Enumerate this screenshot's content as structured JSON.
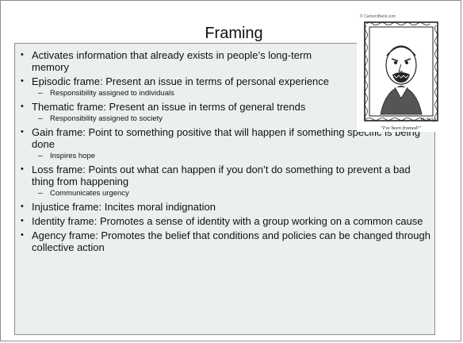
{
  "slide": {
    "title": "Framing",
    "cartoon": {
      "credit": "© CartoonBank.com",
      "caption": "\"I've been framed!\"",
      "signature": "W. Steig"
    },
    "bullets": [
      {
        "text": "Activates information that already exists in people’s long-term memory"
      },
      {
        "text": "Episodic frame: Present  an issue in terms of personal experience",
        "sub": "Responsibility assigned to individuals"
      },
      {
        "text": "Thematic frame: Present an issue in terms of general trends",
        "sub": "Responsibility assigned to society"
      },
      {
        "text": "Gain frame: Point to something positive that will happen if something specific is being done",
        "sub": "Inspires hope"
      },
      {
        "text": "Loss frame: Points out what can happen if you don’t do something to prevent a bad thing from happening",
        "sub": "Communicates urgency"
      },
      {
        "text": "Injustice frame: Incites moral indignation"
      },
      {
        "text": "Identity frame: Promotes a sense of identity with a group working on a common cause"
      },
      {
        "text": "Agency frame: Promotes the belief that conditions and policies can be changed through collective action"
      }
    ]
  }
}
